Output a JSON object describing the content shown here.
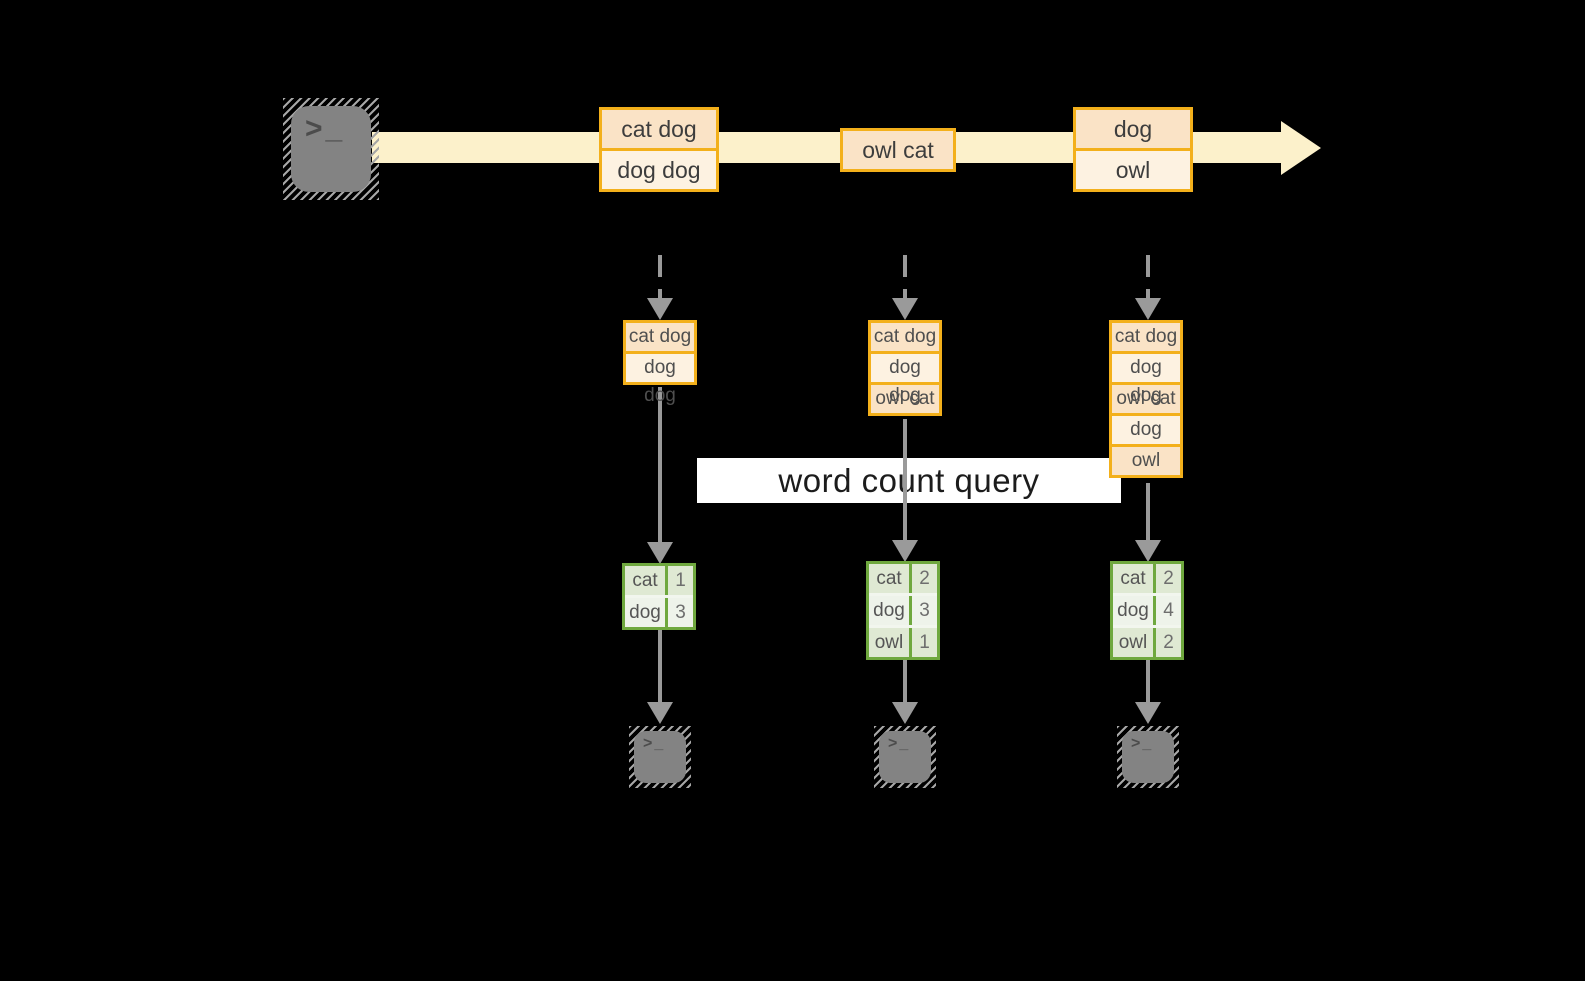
{
  "diagram": {
    "query_label": "word count query",
    "terminal_glyph": ">_"
  },
  "stream": {
    "messages": [
      {
        "rows": [
          "cat dog",
          "dog dog"
        ]
      },
      {
        "rows": [
          "owl cat"
        ]
      },
      {
        "rows": [
          "dog",
          "owl"
        ]
      }
    ]
  },
  "columns": [
    {
      "buffer": [
        "cat dog",
        "dog dog"
      ],
      "counts": [
        {
          "word": "cat",
          "count": "1"
        },
        {
          "word": "dog",
          "count": "3"
        }
      ]
    },
    {
      "buffer": [
        "cat dog",
        "dog dog",
        "owl cat"
      ],
      "counts": [
        {
          "word": "cat",
          "count": "2"
        },
        {
          "word": "dog",
          "count": "3"
        },
        {
          "word": "owl",
          "count": "1"
        }
      ]
    },
    {
      "buffer": [
        "cat dog",
        "dog dog",
        "owl cat",
        "dog",
        "owl"
      ],
      "counts": [
        {
          "word": "cat",
          "count": "2"
        },
        {
          "word": "dog",
          "count": "4"
        },
        {
          "word": "owl",
          "count": "2"
        }
      ]
    }
  ],
  "colors": {
    "background": "#000000",
    "amber_border": "#F3B01B",
    "peach_fill": "#FAE3C6",
    "cream_fill": "#FDF2E1",
    "stream_band": "#FCF1CB",
    "green_border": "#6FA83E",
    "green_fill_dark": "#DFE9D3",
    "green_fill_light": "#EEF3EA",
    "arrow_gray": "#9A9A9A",
    "terminal_gray": "#838383",
    "query_band_bg": "#FFFFFF",
    "query_text": "#1C1C1C"
  }
}
